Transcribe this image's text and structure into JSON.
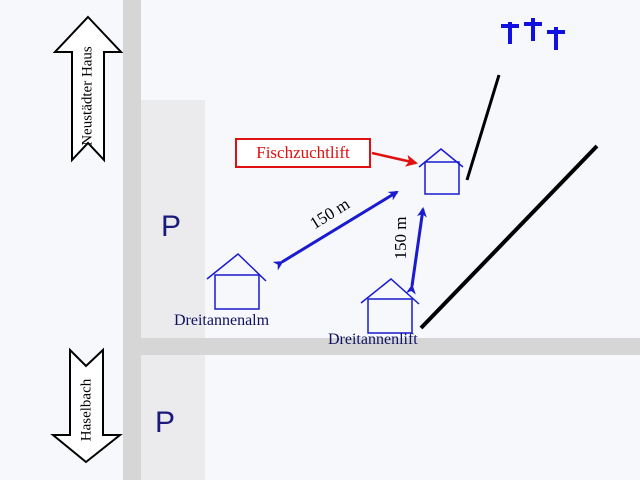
{
  "directions": {
    "north": "Neustädter Haus",
    "south": "Haselbach"
  },
  "parking": [
    {
      "label": "P"
    },
    {
      "label": "P"
    }
  ],
  "houses": {
    "fischzuchtlift": "Fischzuchtlift",
    "dreitannenalm": "Dreitannenalm",
    "dreitannenlift": "Dreitannenlift"
  },
  "distances": {
    "alm_to_fischzucht": "150 m",
    "lift_to_fischzucht": "150 m"
  },
  "crosses": {
    "count": 3,
    "symbol": "†"
  },
  "colors": {
    "house": "#1a1ad0",
    "distance_arrow": "#1a1ad0",
    "highlight": "#e01010",
    "road": "#d6d6d6",
    "parking": "#ebebee",
    "crosses": "#1010e0"
  }
}
